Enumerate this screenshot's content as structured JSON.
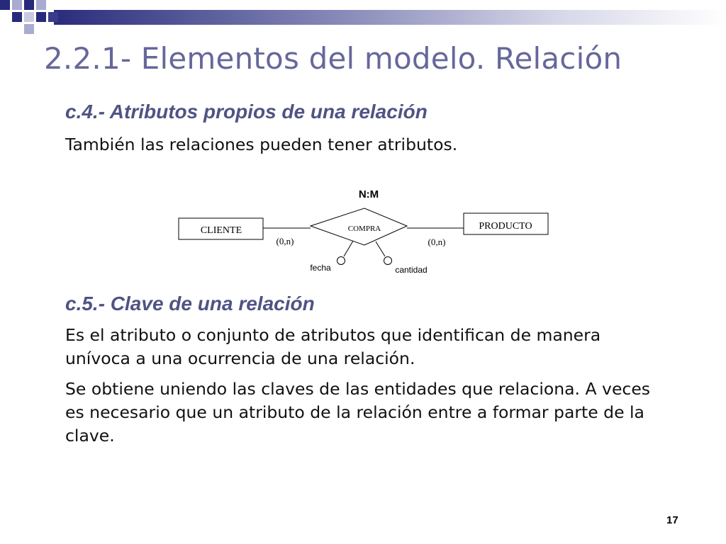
{
  "slide": {
    "title": "2.2.1- Elementos del modelo. Relación",
    "page_number": "17"
  },
  "section_c4": {
    "heading": "c.4.- Atributos propios de una relación",
    "text": "También las relaciones pueden tener atributos."
  },
  "diagram": {
    "cardinality": "N:M",
    "entity_left": "CLIENTE",
    "relationship": "COMPRA",
    "entity_right": "PRODUCTO",
    "card_left": "(0,n)",
    "card_right": "(0,n)",
    "attr_1": "fecha",
    "attr_2": "cantidad"
  },
  "section_c5": {
    "heading": "c.5.- Clave de una relación",
    "para_1": "Es el atributo o conjunto de atributos que identifican de manera unívoca a una ocurrencia de una relación.",
    "para_2": "Se obtiene uniendo las claves de las entidades que relaciona. A veces es necesario que un atributo de la relación entre a formar parte de la clave."
  },
  "colors": {
    "title": "#66679a",
    "heading": "#4f5384",
    "deco_dark": "#27297a",
    "deco_light": "#a9abd0"
  }
}
